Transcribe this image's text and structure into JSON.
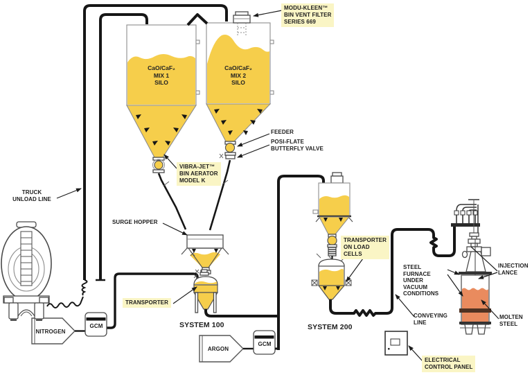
{
  "diagram_title": "Pneumatic conveying injection system flow diagram",
  "colors": {
    "material_yellow": "#F6CE4B",
    "label_highlight": "#FAF5C5",
    "molten_orange": "#E98B5E",
    "pipe_black": "#161616",
    "outline_gray": "#8c8c8c"
  },
  "silos": {
    "silo1": [
      "CaO/CaF₂",
      "MIX 1",
      "SILO"
    ],
    "silo2": [
      "CaO/CaF₂",
      "MIX 2",
      "SILO"
    ]
  },
  "labels": {
    "modu_kleen": [
      "MODU-KLEEN™",
      "BIN VENT FILTER",
      "SERIES 669"
    ],
    "truck_unload": [
      "TRUCK",
      "UNLOAD LINE"
    ],
    "feeder": "FEEDER",
    "posi_flate": [
      "POSI-FLATE",
      "BUTTERFLY VALVE"
    ],
    "vibra_jet": [
      "VIBRA-JET™",
      "BIN AERATOR",
      "MODEL K"
    ],
    "surge_hopper": "SURGE HOPPER",
    "transporter": "TRANSPORTER",
    "system_100": "SYSTEM 100",
    "system_200": "SYSTEM 200",
    "nitrogen": "NITROGEN",
    "argon": "ARGON",
    "gcm1": "GCM",
    "gcm2": "GCM",
    "transporter_load_cells": [
      "TRANSPORTER",
      "ON LOAD",
      "CELLS"
    ],
    "steel_furnace": [
      "STEEL",
      "FURNACE",
      "UNDER",
      "VACUUM",
      "CONDITIONS"
    ],
    "conveying_line": [
      "CONVEYING",
      "LINE"
    ],
    "injection_lance": [
      "INJECTION",
      "LANCE"
    ],
    "molten_steel": [
      "MOLTEN",
      "STEEL"
    ],
    "electrical_panel": [
      "ELECTRICAL",
      "CONTROL PANEL"
    ]
  }
}
